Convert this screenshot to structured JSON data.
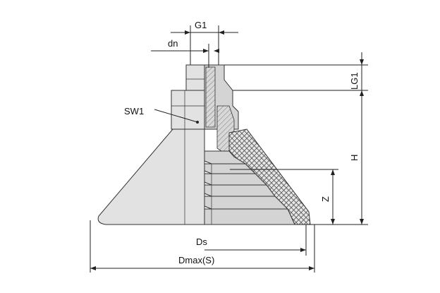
{
  "labels": {
    "g1": "G1",
    "dn": "dn",
    "sw1": "SW1",
    "lg1": "LG1",
    "h": "H",
    "z": "Z",
    "ds": "Ds",
    "dmax": "Dmax(S)"
  }
}
